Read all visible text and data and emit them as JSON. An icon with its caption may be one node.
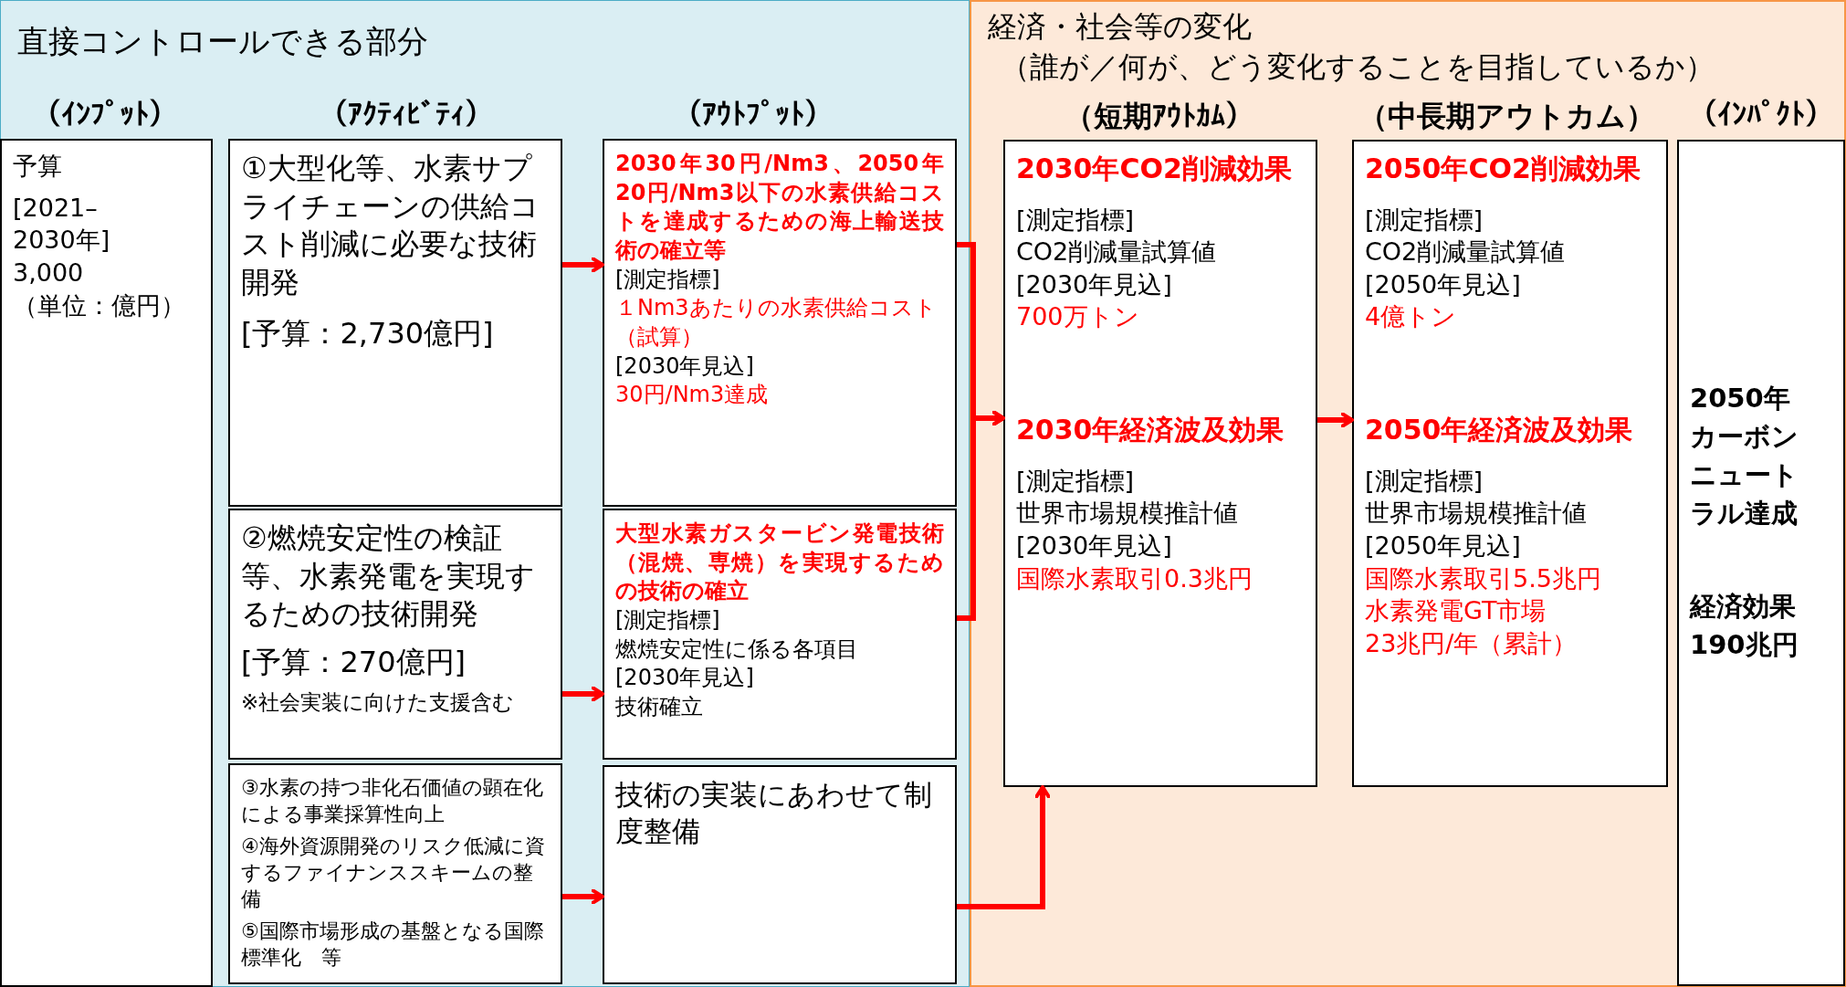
{
  "diagram": {
    "nodes": [
      {
        "text": [
          "直接コントロールできる部分"
        ]
      },
      {
        "text": [
          "経済・社会等の変化",
          "（誰が／何が、どう変化することを目指しているか）"
        ]
      },
      {
        "text": [
          "予算",
          "[2021–2030年]",
          "3,000",
          "（単位：億円）"
        ],
        "in": 0
      },
      {
        "text": [
          "①大型化等、水素サプライチェーンの供給コスト削減に必要な技術開発",
          "[予算：2,730億円]"
        ],
        "in": 0
      },
      {
        "text": [
          "2030年30円/Nm3、2050年20円/Nm3以下の水素供給コストを達成するための海上輸送技術の確立等",
          "[測定指標]",
          "１Nm3あたりの水素供給コスト（試算）",
          "[2030年見込]",
          "30円/Nm3達成"
        ],
        "in": 0
      },
      {
        "text": [
          "②燃焼安定性の検証等、水素発電を実現するための技術開発",
          "[予算：270億円]",
          "※社会実装に向けた支援含む"
        ],
        "in": 0
      },
      {
        "text": [
          "大型水素ガスタービン発電技術（混焼、専焼）を実現するための技術の確立",
          "[測定指標]",
          "燃焼安定性に係る各項目",
          "[2030年見込]",
          "技術確立"
        ],
        "in": 0
      },
      {
        "text": [
          "③水素の持つ非化石価値の顕在化による事業採算性向上",
          "④海外資源開発のリスク低減に資するファイナンススキームの整備",
          "⑤国際市場形成の基盤となる国際標準化　等"
        ],
        "in": 0
      },
      {
        "text": [
          "技術の実装にあわせて制度整備"
        ],
        "in": 0
      },
      {
        "text": [
          "2030年CO2削減効果",
          "[測定指標]",
          "CO2削減量試算値",
          "[2030年見込]",
          "700万トン",
          "2030年経済波及効果",
          "[測定指標]",
          "世界市場規模推計値",
          "[2030年見込]",
          "国際水素取引0.3兆円"
        ],
        "in": 1
      },
      {
        "text": [
          "2050年CO2削減効果",
          "[測定指標]",
          "CO2削減量試算値",
          "[2050年見込]",
          "4億トン",
          "2050年経済波及効果",
          "[測定指標]",
          "世界市場規模推計値",
          "[2050年見込]",
          "国際水素取引5.5兆円",
          "水素発電GT市場",
          "23兆円/年（累計）"
        ],
        "in": 1
      },
      {
        "text": [
          "2050年カーボンニュートラル達成",
          "経済効果 190兆円"
        ],
        "in": 1
      }
    ],
    "edges": [
      {
        "from": 3,
        "to": 4,
        "arrow": "to"
      },
      {
        "from": 5,
        "to": 6,
        "arrow": "to"
      },
      {
        "from": 7,
        "to": 8,
        "arrow": "to"
      },
      {
        "from": 4,
        "to": 9,
        "arrow": "to"
      },
      {
        "from": 6,
        "to": 9,
        "arrow": "to"
      },
      {
        "from": 8,
        "to": 9,
        "arrow": "to"
      },
      {
        "from": 9,
        "to": 10,
        "arrow": "to"
      }
    ],
    "labels": [
      "（ｲﾝﾌﾟｯﾄ）",
      "（ｱｸﾃｨﾋﾞﾃｨ）",
      "（ｱｳﾄﾌﾟｯﾄ）",
      "（短期ｱｳﾄｶﾑ）",
      "（中長期アウトカム）",
      "（ｲﾝﾊﾟｸﾄ）"
    ]
  }
}
